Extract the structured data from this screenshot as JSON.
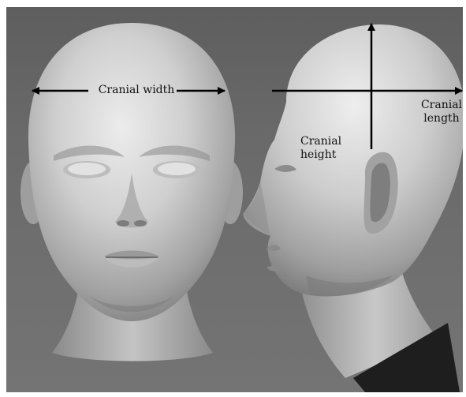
{
  "labels": {
    "cranial_width": "Cranial width",
    "cranial_height": "Cranial height",
    "cranial_length_line1": "Cranial",
    "cranial_length_line2": "length"
  },
  "colors": {
    "background": "#6a6a6a",
    "skin_light": "#e6e6e6",
    "skin_mid": "#b4b4b4",
    "skin_dark": "#6f6f6f",
    "arrow": "#000000"
  }
}
